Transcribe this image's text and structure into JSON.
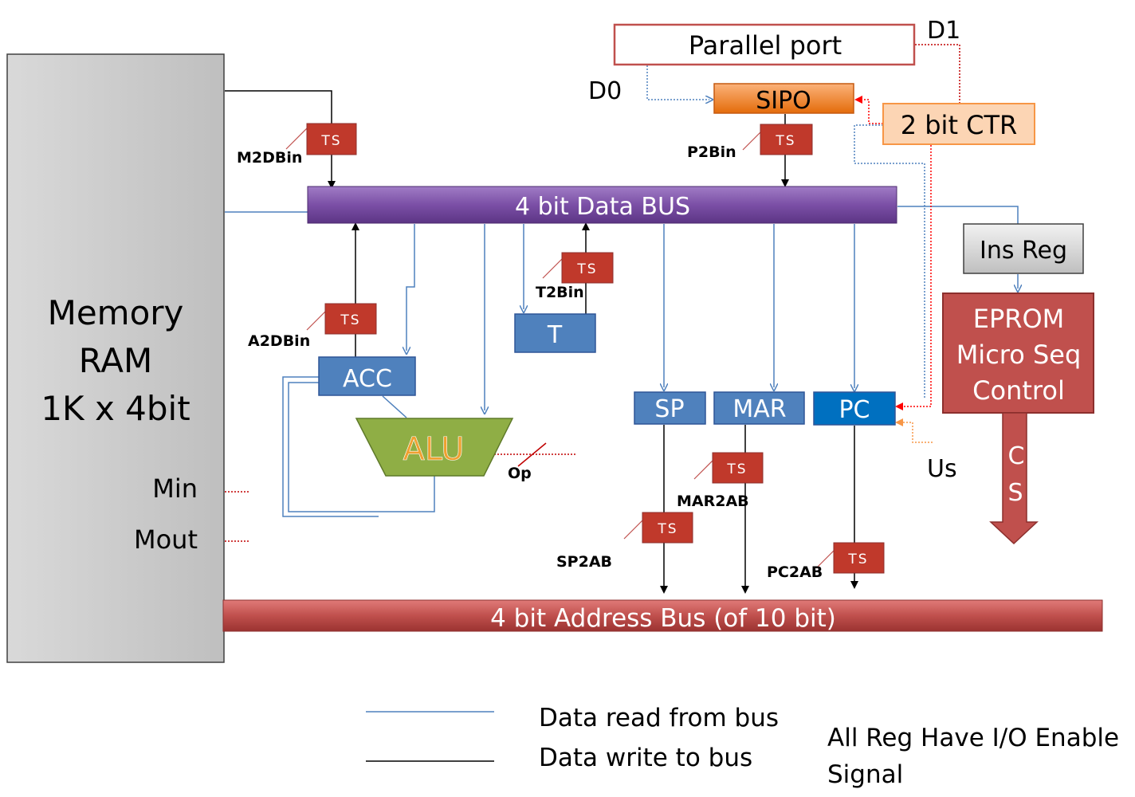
{
  "memory": {
    "line1": "Memory",
    "line2": "RAM",
    "line3": "1K x 4bit",
    "min": "Min",
    "mout": "Mout"
  },
  "data_bus": {
    "label": "4 bit Data BUS"
  },
  "address_bus": {
    "label": "4 bit Address Bus (of 10 bit)"
  },
  "parallel_port": {
    "label": "Parallel port",
    "d0": "D0",
    "d1": "D1"
  },
  "sipo": {
    "label": "SIPO"
  },
  "counter": {
    "label": "2 bit CTR"
  },
  "ins_reg": {
    "label": "Ins Reg"
  },
  "eprom": {
    "line1": "EPROM",
    "line2": "Micro Seq",
    "line3": "Control",
    "cs1": "C",
    "cs2": "S"
  },
  "registers": {
    "acc": "ACC",
    "alu": "ALU",
    "t": "T",
    "sp": "SP",
    "mar": "MAR",
    "pc": "PC"
  },
  "tristate_label": "TS",
  "signals": {
    "m2dbin": "M2DBin",
    "p2bin": "P2Bin",
    "a2dbin": "A2DBin",
    "t2bin": "T2Bin",
    "op": "Op",
    "us": "Us",
    "mar2ab": "MAR2AB",
    "sp2ab": "SP2AB",
    "pc2ab": "PC2AB"
  },
  "legend": {
    "read": "Data read from bus",
    "write": "Data write to bus",
    "note_line1": "All Reg Have I/O Enable",
    "note_line2": "Signal"
  },
  "colors": {
    "read_line": "#4f81bd",
    "write_line": "#000000",
    "control_line": "#c00000",
    "register_fill": "#4f81bd",
    "ts_fill": "#c0392b",
    "data_bus": "#7b4fa6",
    "address_bus": "#c0504d",
    "alu_fill": "#8fae45",
    "alu_text": "#f0a030",
    "sipo_fill": "#f79646",
    "counter_fill": "#fcd5b4",
    "eprom_fill": "#c0504d"
  }
}
